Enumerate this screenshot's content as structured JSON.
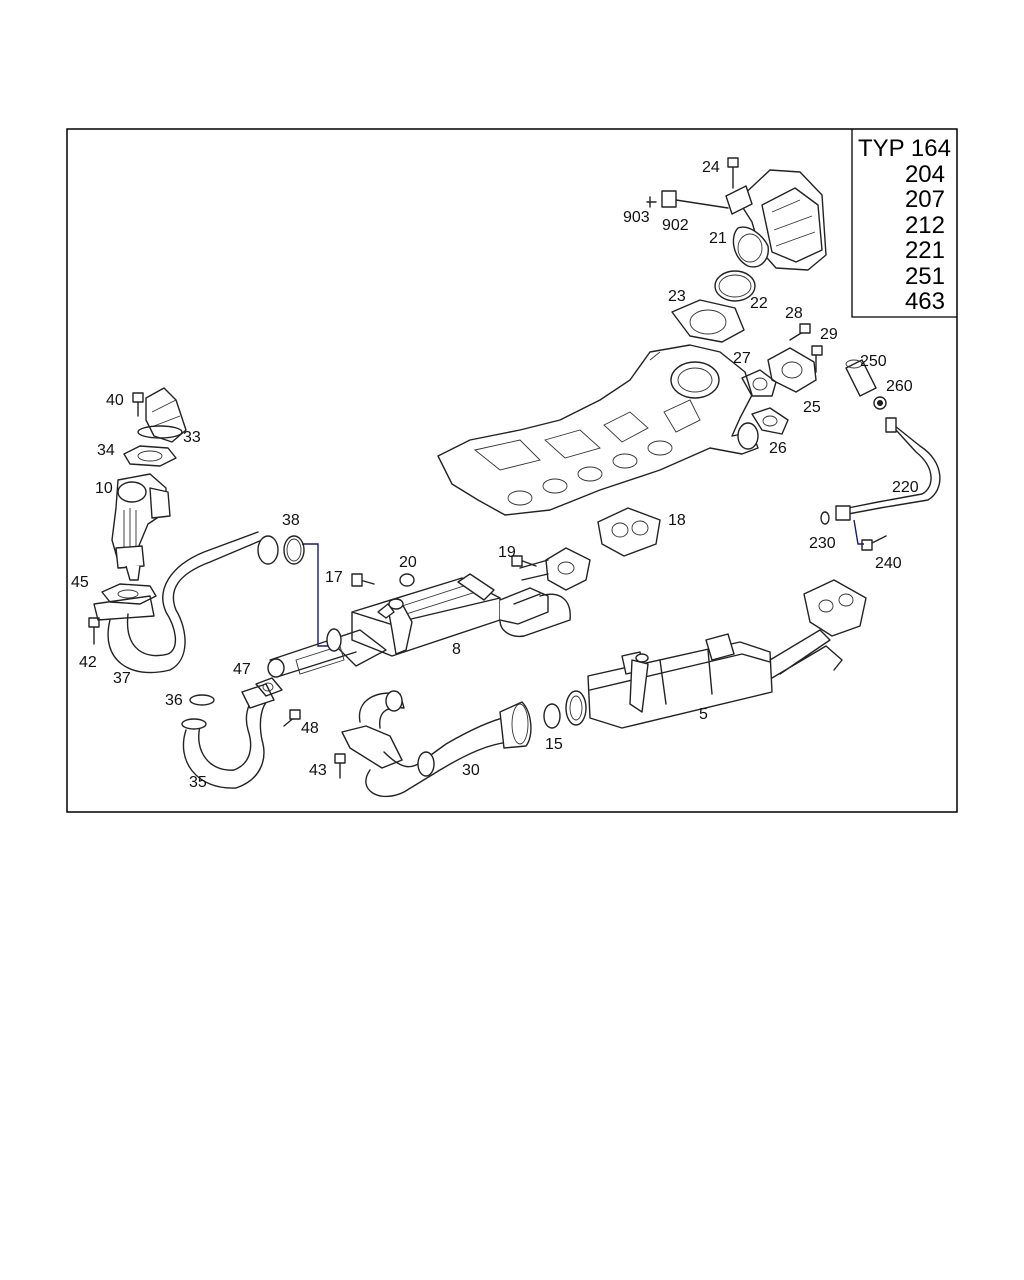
{
  "typ_table": {
    "heading": "TYP 164",
    "types": [
      "204",
      "207",
      "212",
      "221",
      "251",
      "463"
    ]
  },
  "callouts": [
    "24",
    "903",
    "902",
    "21",
    "23",
    "22",
    "28",
    "29",
    "27",
    "250",
    "260",
    "25",
    "26",
    "40",
    "33",
    "34",
    "10",
    "220",
    "18",
    "38",
    "19",
    "230",
    "240",
    "20",
    "17",
    "45",
    "8",
    "42",
    "37",
    "47",
    "36",
    "48",
    "5",
    "15",
    "43",
    "30",
    "35"
  ]
}
